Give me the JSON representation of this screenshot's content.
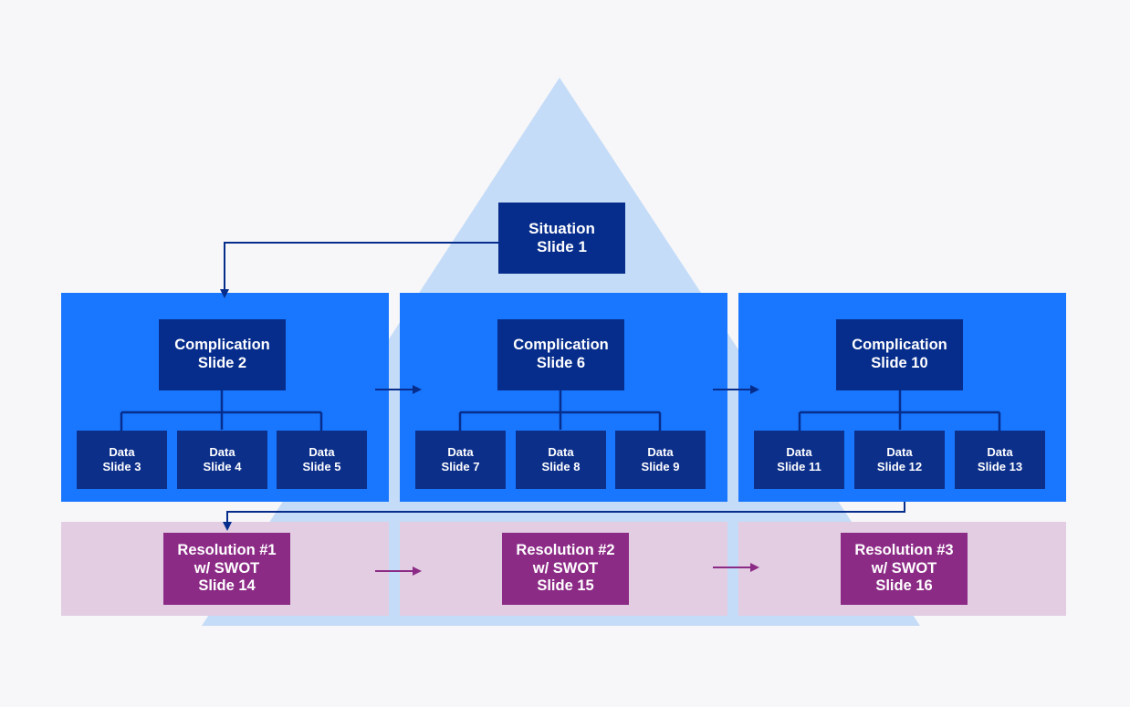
{
  "colors": {
    "pyramid": "#c5dcf8",
    "complication_panel": "#1977ff",
    "resolution_panel": "#e2cde2",
    "dark_box": "#062d8c",
    "resolution_box": "#8c2b86",
    "connector": "#062d8c",
    "resolution_arrow": "#8c2b86"
  },
  "situation": {
    "label": "Situation\nSlide 1"
  },
  "complications": [
    {
      "label": "Complication\nSlide 2",
      "data": [
        "Data\nSlide 3",
        "Data\nSlide 4",
        "Data\nSlide 5"
      ]
    },
    {
      "label": "Complication\nSlide 6",
      "data": [
        "Data\nSlide 7",
        "Data\nSlide 8",
        "Data\nSlide 9"
      ]
    },
    {
      "label": "Complication\nSlide 10",
      "data": [
        "Data\nSlide 11",
        "Data\nSlide 12",
        "Data\nSlide 13"
      ]
    }
  ],
  "resolutions": [
    {
      "label": "Resolution #1\nw/ SWOT\nSlide 14"
    },
    {
      "label": "Resolution #2\nw/ SWOT\nSlide 15"
    },
    {
      "label": "Resolution #3\nw/ SWOT\nSlide 16"
    }
  ]
}
